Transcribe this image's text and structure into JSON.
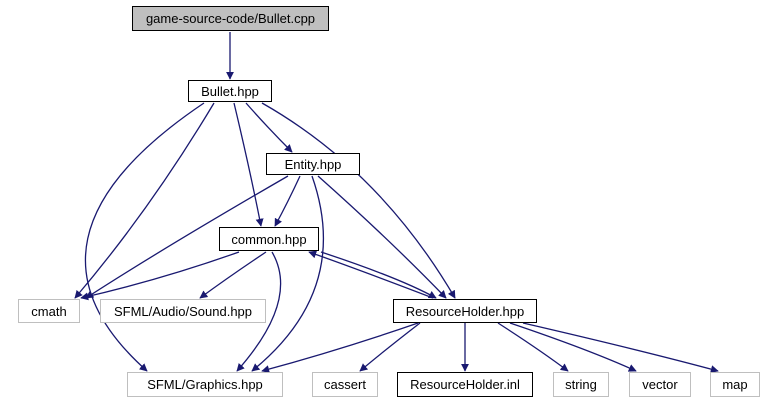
{
  "graph": {
    "nodes": [
      {
        "id": "n0",
        "label": "game-source-code/Bullet.cpp",
        "kind": "root"
      },
      {
        "id": "n1",
        "label": "Bullet.hpp",
        "kind": "local"
      },
      {
        "id": "n2",
        "label": "Entity.hpp",
        "kind": "local"
      },
      {
        "id": "n3",
        "label": "common.hpp",
        "kind": "local"
      },
      {
        "id": "n4",
        "label": "cmath",
        "kind": "system"
      },
      {
        "id": "n5",
        "label": "SFML/Audio/Sound.hpp",
        "kind": "system"
      },
      {
        "id": "n6",
        "label": "ResourceHolder.hpp",
        "kind": "local"
      },
      {
        "id": "n7",
        "label": "SFML/Graphics.hpp",
        "kind": "system"
      },
      {
        "id": "n8",
        "label": "cassert",
        "kind": "system"
      },
      {
        "id": "n9",
        "label": "ResourceHolder.inl",
        "kind": "local"
      },
      {
        "id": "n10",
        "label": "string",
        "kind": "system"
      },
      {
        "id": "n11",
        "label": "vector",
        "kind": "system"
      },
      {
        "id": "n12",
        "label": "map",
        "kind": "system"
      }
    ],
    "edges": [
      {
        "from": "n0",
        "to": "n1"
      },
      {
        "from": "n1",
        "to": "n2"
      },
      {
        "from": "n1",
        "to": "n3"
      },
      {
        "from": "n1",
        "to": "n4"
      },
      {
        "from": "n1",
        "to": "n6"
      },
      {
        "from": "n1",
        "to": "n7"
      },
      {
        "from": "n2",
        "to": "n3"
      },
      {
        "from": "n2",
        "to": "n4"
      },
      {
        "from": "n2",
        "to": "n6"
      },
      {
        "from": "n2",
        "to": "n7"
      },
      {
        "from": "n3",
        "to": "n4"
      },
      {
        "from": "n3",
        "to": "n5"
      },
      {
        "from": "n3",
        "to": "n6"
      },
      {
        "from": "n3",
        "to": "n7"
      },
      {
        "from": "n6",
        "to": "n3"
      },
      {
        "from": "n6",
        "to": "n7"
      },
      {
        "from": "n6",
        "to": "n8"
      },
      {
        "from": "n6",
        "to": "n9"
      },
      {
        "from": "n6",
        "to": "n10"
      },
      {
        "from": "n6",
        "to": "n11"
      },
      {
        "from": "n6",
        "to": "n12"
      }
    ]
  },
  "colors": {
    "edge": "#191970",
    "local_border": "#000000",
    "system_border": "#bfbfbf",
    "root_fill": "#bfbfbf"
  }
}
